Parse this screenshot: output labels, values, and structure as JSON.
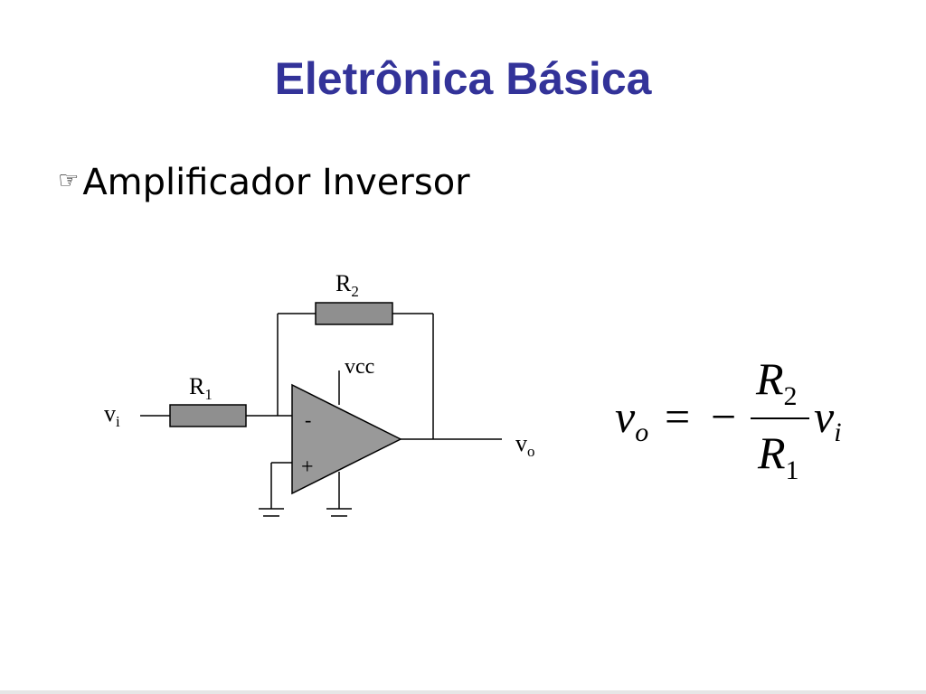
{
  "slide": {
    "title": "Eletrônica Básica",
    "bullet": {
      "icon": "pointing-hand-icon",
      "icon_glyph": "☞",
      "text": "Amplificador Inversor"
    }
  },
  "circuit": {
    "r1_label": "R",
    "r1_sub": "1",
    "r2_label": "R",
    "r2_sub": "2",
    "vcc_label": "vcc",
    "vi_label": "v",
    "vi_sub": "i",
    "vo_label": "v",
    "vo_sub": "o",
    "inverting_label": "-",
    "noninverting_label": "+",
    "colors": {
      "resistor_fill": "#8f8f8f",
      "opamp_fill": "#999999",
      "wire": "#000000"
    }
  },
  "formula": {
    "lhs": "v",
    "lhs_sub": "o",
    "equals": "=",
    "minus": "−",
    "numerator": "R",
    "numerator_sub": "2",
    "denominator": "R",
    "denominator_sub": "1",
    "rhs": "v",
    "rhs_sub": "i"
  }
}
